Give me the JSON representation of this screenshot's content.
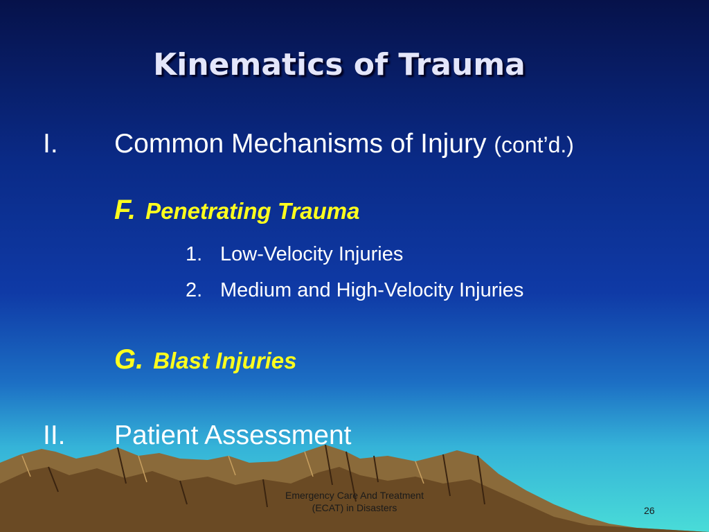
{
  "slide": {
    "title": "Kinematics of Trauma",
    "sections": [
      {
        "number": "I.",
        "text": "Common Mechanisms of Injury",
        "suffix": "(cont’d.)"
      },
      {
        "number": "II.",
        "text": "Patient Assessment"
      }
    ],
    "subsections": [
      {
        "letter": "F.",
        "text": "Penetrating Trauma",
        "items": [
          {
            "number": "1.",
            "text": "Low-Velocity Injuries"
          },
          {
            "number": "2.",
            "text": "Medium and High-Velocity Injuries"
          }
        ]
      },
      {
        "letter": "G.",
        "text": "Blast Injuries"
      }
    ],
    "footer": {
      "line1": "Emergency Care And Treatment",
      "line2": "(ECAT) in Disasters",
      "page_number": "26"
    }
  },
  "colors": {
    "title": "#e4e6fa",
    "body": "#ffffff",
    "accent": "#ffff1e"
  }
}
